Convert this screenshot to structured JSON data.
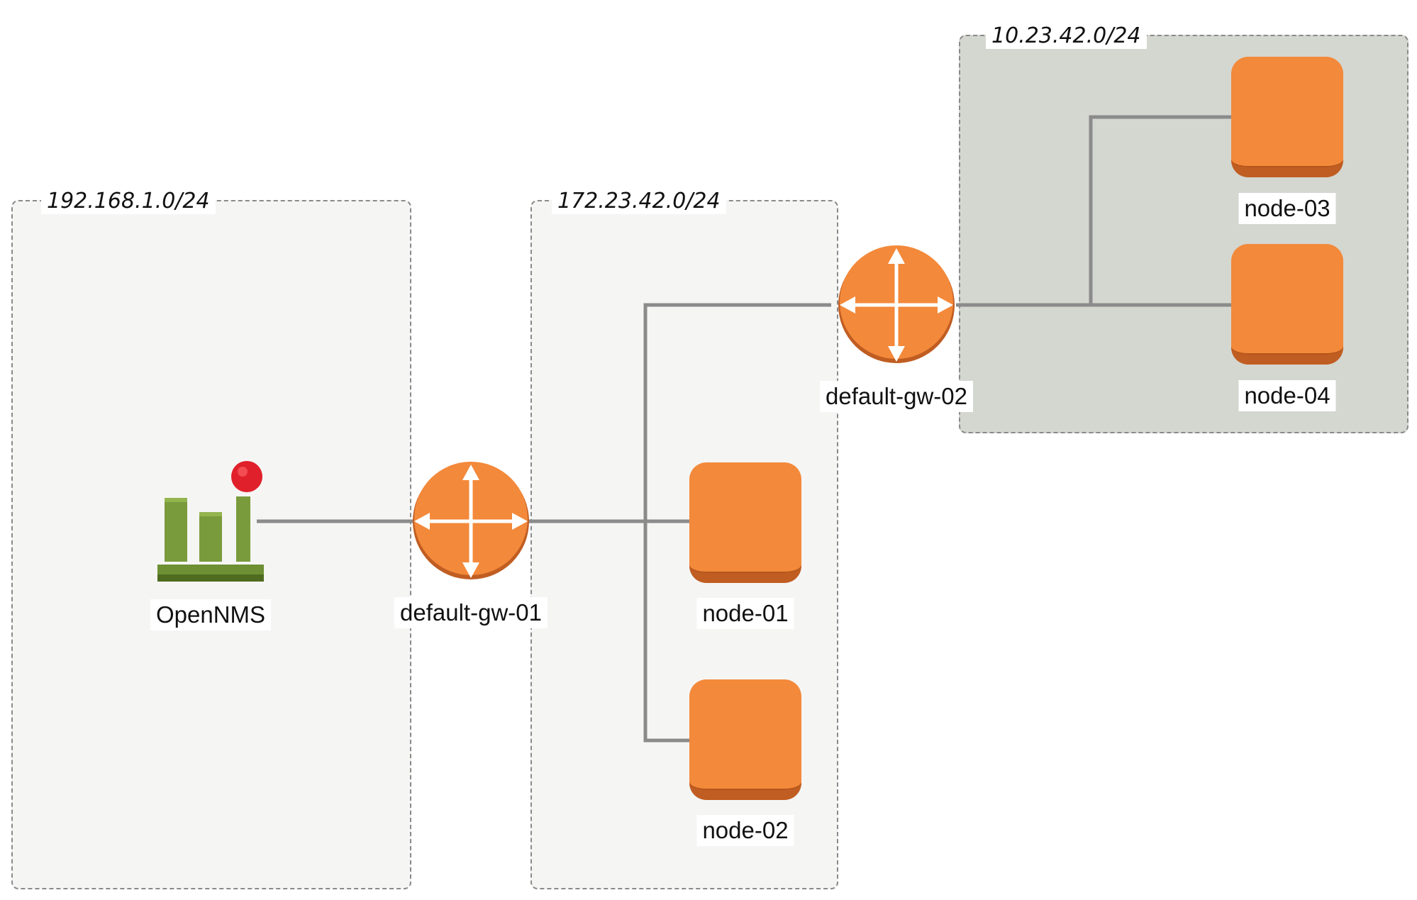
{
  "subnets": {
    "left": {
      "label": "192.168.1.0/24"
    },
    "middle": {
      "label": "172.23.42.0/24"
    },
    "right": {
      "label": "10.23.42.0/24"
    }
  },
  "devices": {
    "opennms": {
      "label": "OpenNMS",
      "icon": "opennms-bar-chart-icon",
      "status_color": "#e0202a"
    },
    "gw01": {
      "label": "default-gw-01",
      "icon": "router-icon"
    },
    "gw02": {
      "label": "default-gw-02",
      "icon": "router-icon"
    },
    "node01": {
      "label": "node-01",
      "icon": "server-node-icon"
    },
    "node02": {
      "label": "node-02",
      "icon": "server-node-icon"
    },
    "node03": {
      "label": "node-03",
      "icon": "server-node-icon"
    },
    "node04": {
      "label": "node-04",
      "icon": "server-node-icon"
    }
  },
  "colors": {
    "node_orange": "#f3893a",
    "node_shadow": "#c05d22",
    "link_gray": "#8b8b8b",
    "opennms_green": "#7a9b3c",
    "alarm_red": "#e0202a"
  }
}
